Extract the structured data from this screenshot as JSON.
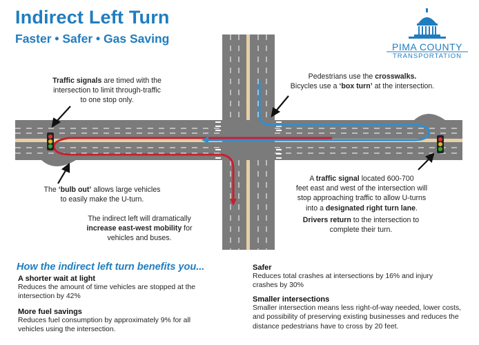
{
  "header": {
    "title": "Indirect Left Turn",
    "subtitle": "Faster • Safer • Gas Saving"
  },
  "logo": {
    "name": "PIMA COUNTY",
    "sub": "TRANSPORTATION"
  },
  "callouts": {
    "signals": {
      "bold": "Traffic signals",
      "rest1": " are timed with the",
      "line2": "intersection to limit through-traffic",
      "line3": "to one stop only."
    },
    "peds": {
      "line1a": "Pedestrians use the ",
      "line1b": "crosswalks.",
      "line2a": "Bicycles use a ",
      "line2b": "‘box turn’",
      "line2c": " at the intersection."
    },
    "bulb": {
      "line1a": "The ",
      "line1b": "‘bulb out’",
      "line1c": " allows large vehicles",
      "line2": "to easily make the U-turn."
    },
    "mobility": {
      "line1": "The indirect left will dramatically",
      "line2a": "increase east-west mobility",
      "line2b": " for",
      "line3": "vehicles and buses."
    },
    "signal_far": {
      "line1a": "A ",
      "line1b": "traffic signal",
      "line1c": " located 600-700",
      "line2": "feet east and west of the intersection will",
      "line3": "stop approaching traffic to allow U-turns",
      "line4a": "into a ",
      "line4b": "designated right turn lane",
      "line4c": "."
    },
    "drivers": {
      "line1a": "Drivers return",
      "line1b": " to the intersection to",
      "line2": "complete their turn."
    }
  },
  "benefits": {
    "title": "How the indirect left turn benefits you...",
    "left": [
      {
        "heading": "A shorter wait at light",
        "lines": [
          "Reduces the amount of time vehicles are stopped at the",
          "intersection by 42%"
        ]
      },
      {
        "heading": "More fuel savings",
        "lines": [
          "Reduces fuel consumption by approximately 9% for all",
          "vehicles using the intersection."
        ]
      }
    ],
    "right": [
      {
        "heading": "Safer",
        "lines": [
          "Reduces total crashes at intersections by 16% and injury",
          "crashes by 30%"
        ]
      },
      {
        "heading": "Smaller intersections",
        "lines": [
          "Smaller intersection means less right-of-way needed, lower costs,",
          "and possibility of preserving existing businesses and reduces the",
          "distance pedestrians have to cross by 20 feet."
        ]
      }
    ]
  },
  "colors": {
    "brand_blue": "#1f7dbf",
    "road": "#7b7b7b",
    "route_red": "#c8202f",
    "route_blue": "#2f8fcf",
    "median": "#e7cfa7"
  },
  "icons": [
    "traffic-signal-icon",
    "capitol-dome-icon"
  ]
}
